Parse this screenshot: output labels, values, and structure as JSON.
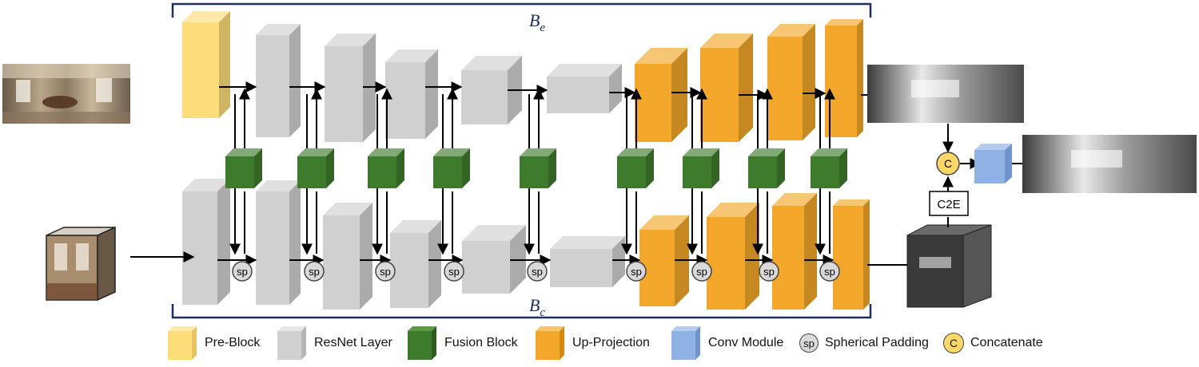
{
  "labels": {
    "top_branch": "B",
    "top_branch_sub": "e",
    "bottom_branch": "B",
    "bottom_branch_sub": "c",
    "sp": "sp",
    "concat": "C",
    "c2e": "C2E"
  },
  "legend": [
    {
      "label": "Pre-Block",
      "icon": "pre-block-icon"
    },
    {
      "label": "ResNet Layer",
      "icon": "resnet-layer-icon"
    },
    {
      "label": "Fusion Block",
      "icon": "fusion-block-icon"
    },
    {
      "label": "Up-Projection",
      "icon": "up-projection-icon"
    },
    {
      "label": "Conv Module",
      "icon": "conv-module-icon"
    },
    {
      "label": "Spherical Padding",
      "icon": "sp-icon"
    },
    {
      "label": "Concatenate",
      "icon": "concatenate-icon"
    }
  ],
  "colors": {
    "pre_block": "#fddc7a",
    "resnet": "#d0d0d0",
    "fusion": "#3e7a2c",
    "up_projection": "#f2a72a",
    "conv_module": "#8fb1e3",
    "bracket": "#1f2f5e",
    "sp": "#d9d9d9",
    "concat": "#fdd868"
  }
}
